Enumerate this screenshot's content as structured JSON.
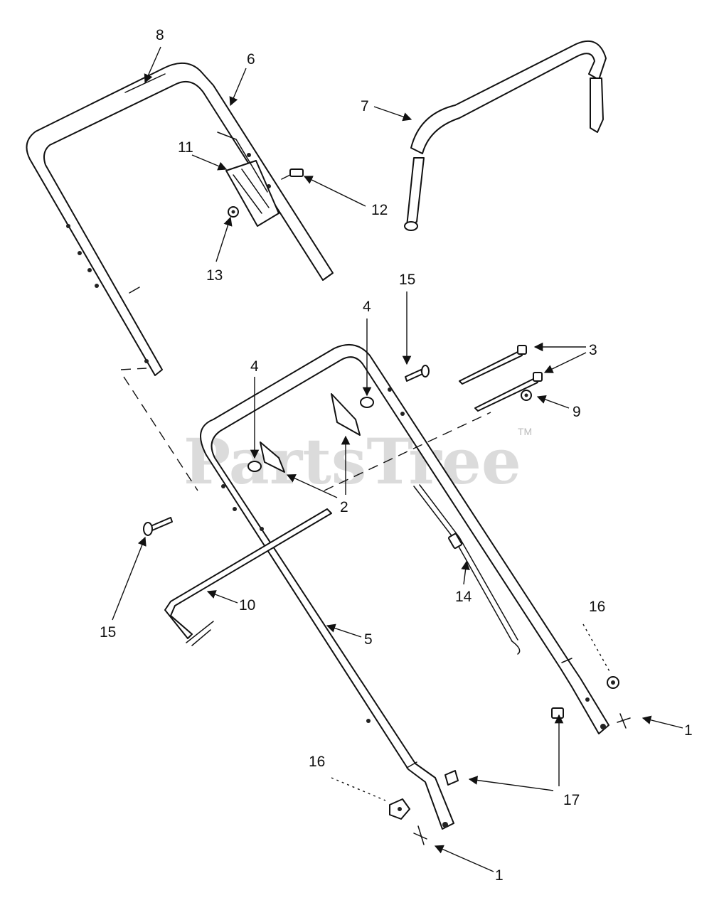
{
  "watermark": {
    "text": "PartsTree",
    "trademark": "TM"
  },
  "callouts": {
    "c1a": "1",
    "c1b": "1",
    "c2": "2",
    "c3": "3",
    "c4a": "4",
    "c4b": "4",
    "c5": "5",
    "c6": "6",
    "c7": "7",
    "c8": "8",
    "c9": "9",
    "c10": "10",
    "c11": "11",
    "c12": "12",
    "c13": "13",
    "c14": "14",
    "c15a": "15",
    "c15b": "15",
    "c16a": "16",
    "c16b": "16",
    "c17": "17"
  },
  "colors": {
    "line": "#111111",
    "watermark": "#cfcfcf",
    "background": "#ffffff"
  }
}
